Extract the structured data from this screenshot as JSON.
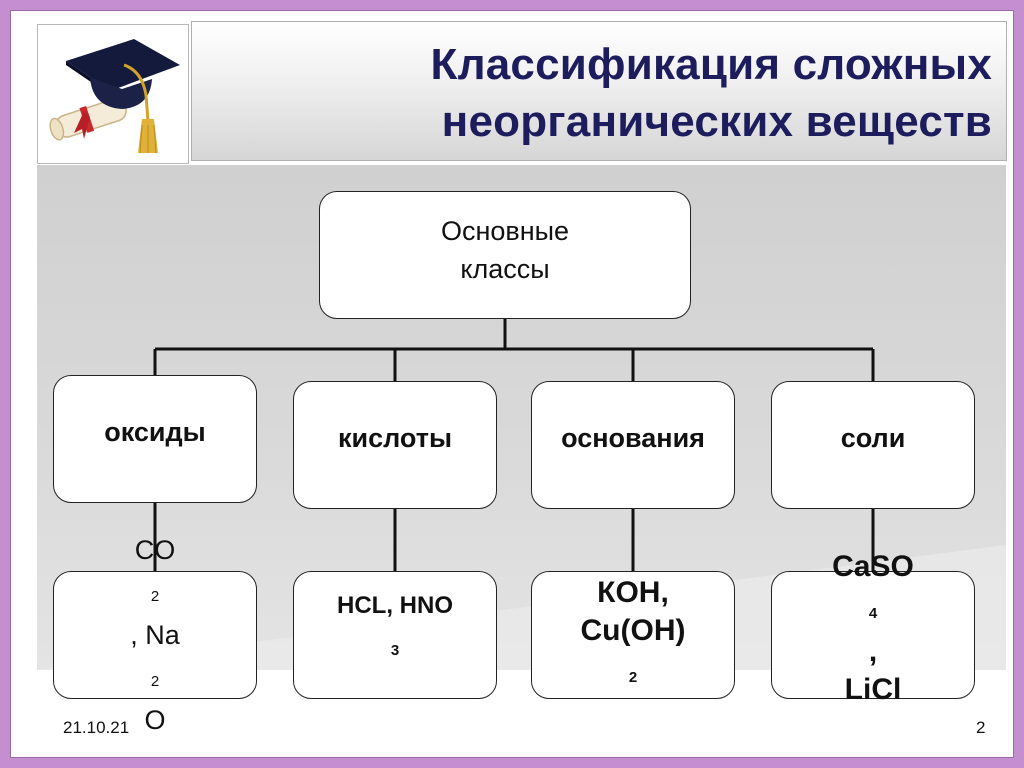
{
  "slide": {
    "title": "Классификация сложных\nнеорганических веществ",
    "date": "21.10.21",
    "page_number": "2"
  },
  "diagram": {
    "root": "Основные\nклассы",
    "classes": [
      {
        "label": "оксиды",
        "examples": [
          "CO",
          "2",
          ", Na",
          "2",
          "O"
        ]
      },
      {
        "label": "кислоты",
        "examples": [
          "HCL, HNO",
          "3",
          "",
          "",
          ""
        ]
      },
      {
        "label": "основания",
        "examples": [
          "КОН,\nCu(OH)",
          "2",
          "",
          "",
          ""
        ]
      },
      {
        "label": "соли",
        "examples": [
          "CaSO",
          "4",
          ",\nLiCl",
          "",
          ""
        ]
      }
    ]
  },
  "colors": {
    "slide_frame": "#c48ed0",
    "title_text": "#1d1d5e",
    "panel": "#d8d8d8"
  },
  "icons": {
    "logo": "graduation-cap-diploma-icon"
  }
}
